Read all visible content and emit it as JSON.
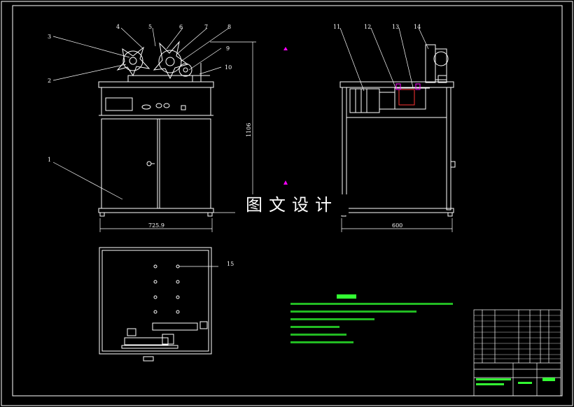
{
  "watermark": "图文设计",
  "part_labels": [
    "1",
    "2",
    "3",
    "4",
    "5",
    "6",
    "7",
    "8",
    "9",
    "10",
    "11",
    "12",
    "13",
    "14",
    "15"
  ],
  "dimensions": {
    "front_width": "725.9",
    "height": "1106",
    "side_width": "600"
  },
  "colors": {
    "background": "#000000",
    "lines": "#ffffff",
    "notes": "#33ff33",
    "accent": "#ff00ff",
    "highlight": "#ff3333"
  }
}
